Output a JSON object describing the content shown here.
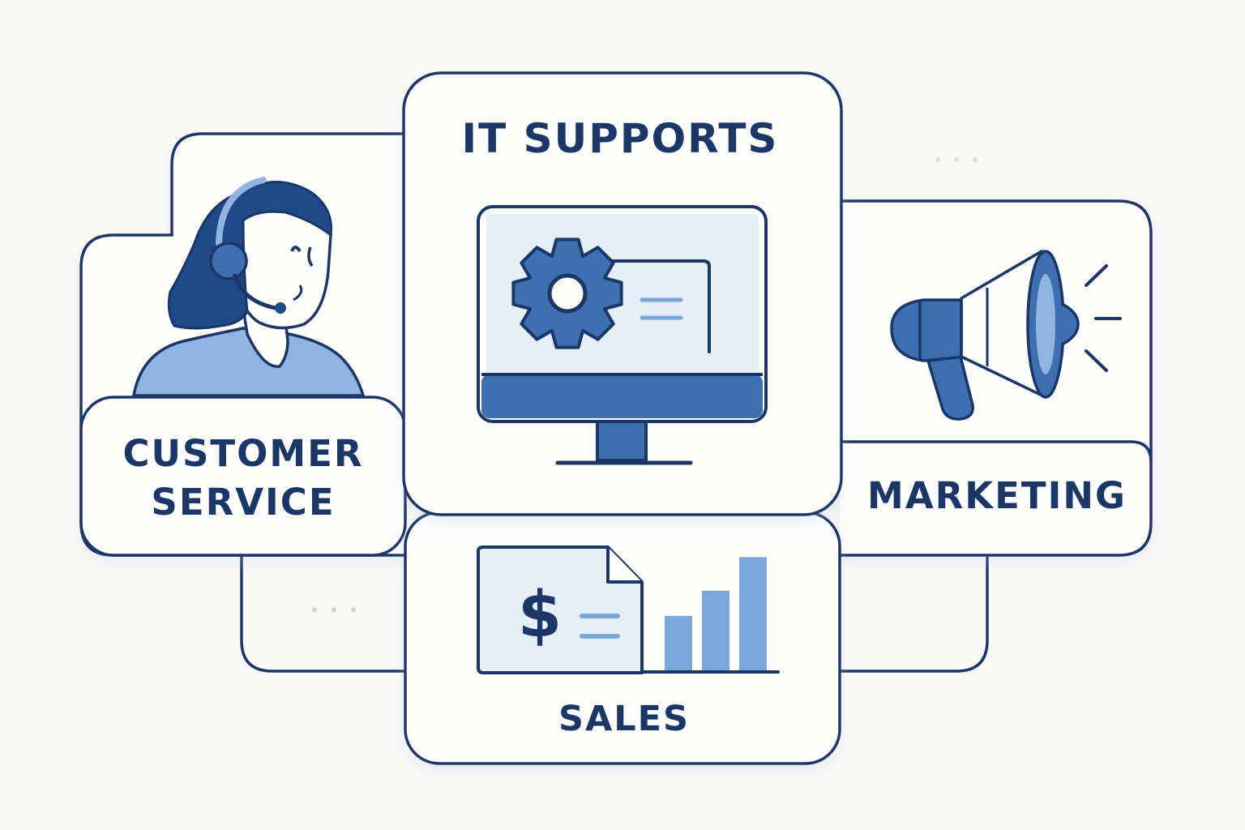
{
  "diagram": {
    "panels": {
      "it_support": {
        "title": "IT SUPPORTS",
        "icon": "computer-settings-icon"
      },
      "customer_service": {
        "title_line1": "CUSTOMER",
        "title_line2": "SERVICE",
        "icon": "agent-headset-icon"
      },
      "marketing": {
        "title": "MARKETING",
        "icon": "megaphone-icon"
      },
      "sales": {
        "title": "SALES",
        "icon": "invoice-chart-icon"
      }
    },
    "sales_chart": {
      "type": "bar",
      "values": [
        1,
        1.45,
        2.05
      ],
      "ylim": [
        0,
        2.2
      ]
    }
  },
  "colors": {
    "outline": "#1b3768",
    "fill_light": "#e6eef8",
    "fill_mid": "#8fb5e0",
    "accent": "#3e6fb0",
    "dark": "#1f4a86",
    "background": "#f9f9f7"
  }
}
